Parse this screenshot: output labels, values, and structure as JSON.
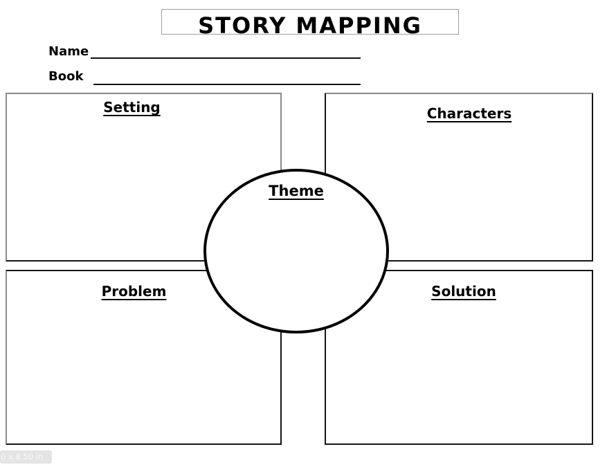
{
  "page": {
    "title": "STORY MAPPING"
  },
  "fields": [
    {
      "label": "Name",
      "value": ""
    },
    {
      "label": "Book",
      "value": ""
    }
  ],
  "quadrants": [
    {
      "id": "setting",
      "label": "Setting"
    },
    {
      "id": "characters",
      "label": "Characters"
    },
    {
      "id": "problem",
      "label": "Problem"
    },
    {
      "id": "solution",
      "label": "Solution"
    }
  ],
  "center": {
    "label": "Theme"
  },
  "status_tooltip": {
    "text": "0 x 8.50 in"
  },
  "colors": {
    "box_border_black": "#141414",
    "box_border_gray": "#8a8a8a",
    "title_border": "#9e9e9e",
    "tooltip_bg": "#e4e4e4",
    "tooltip_text": "#f8f8f8"
  }
}
